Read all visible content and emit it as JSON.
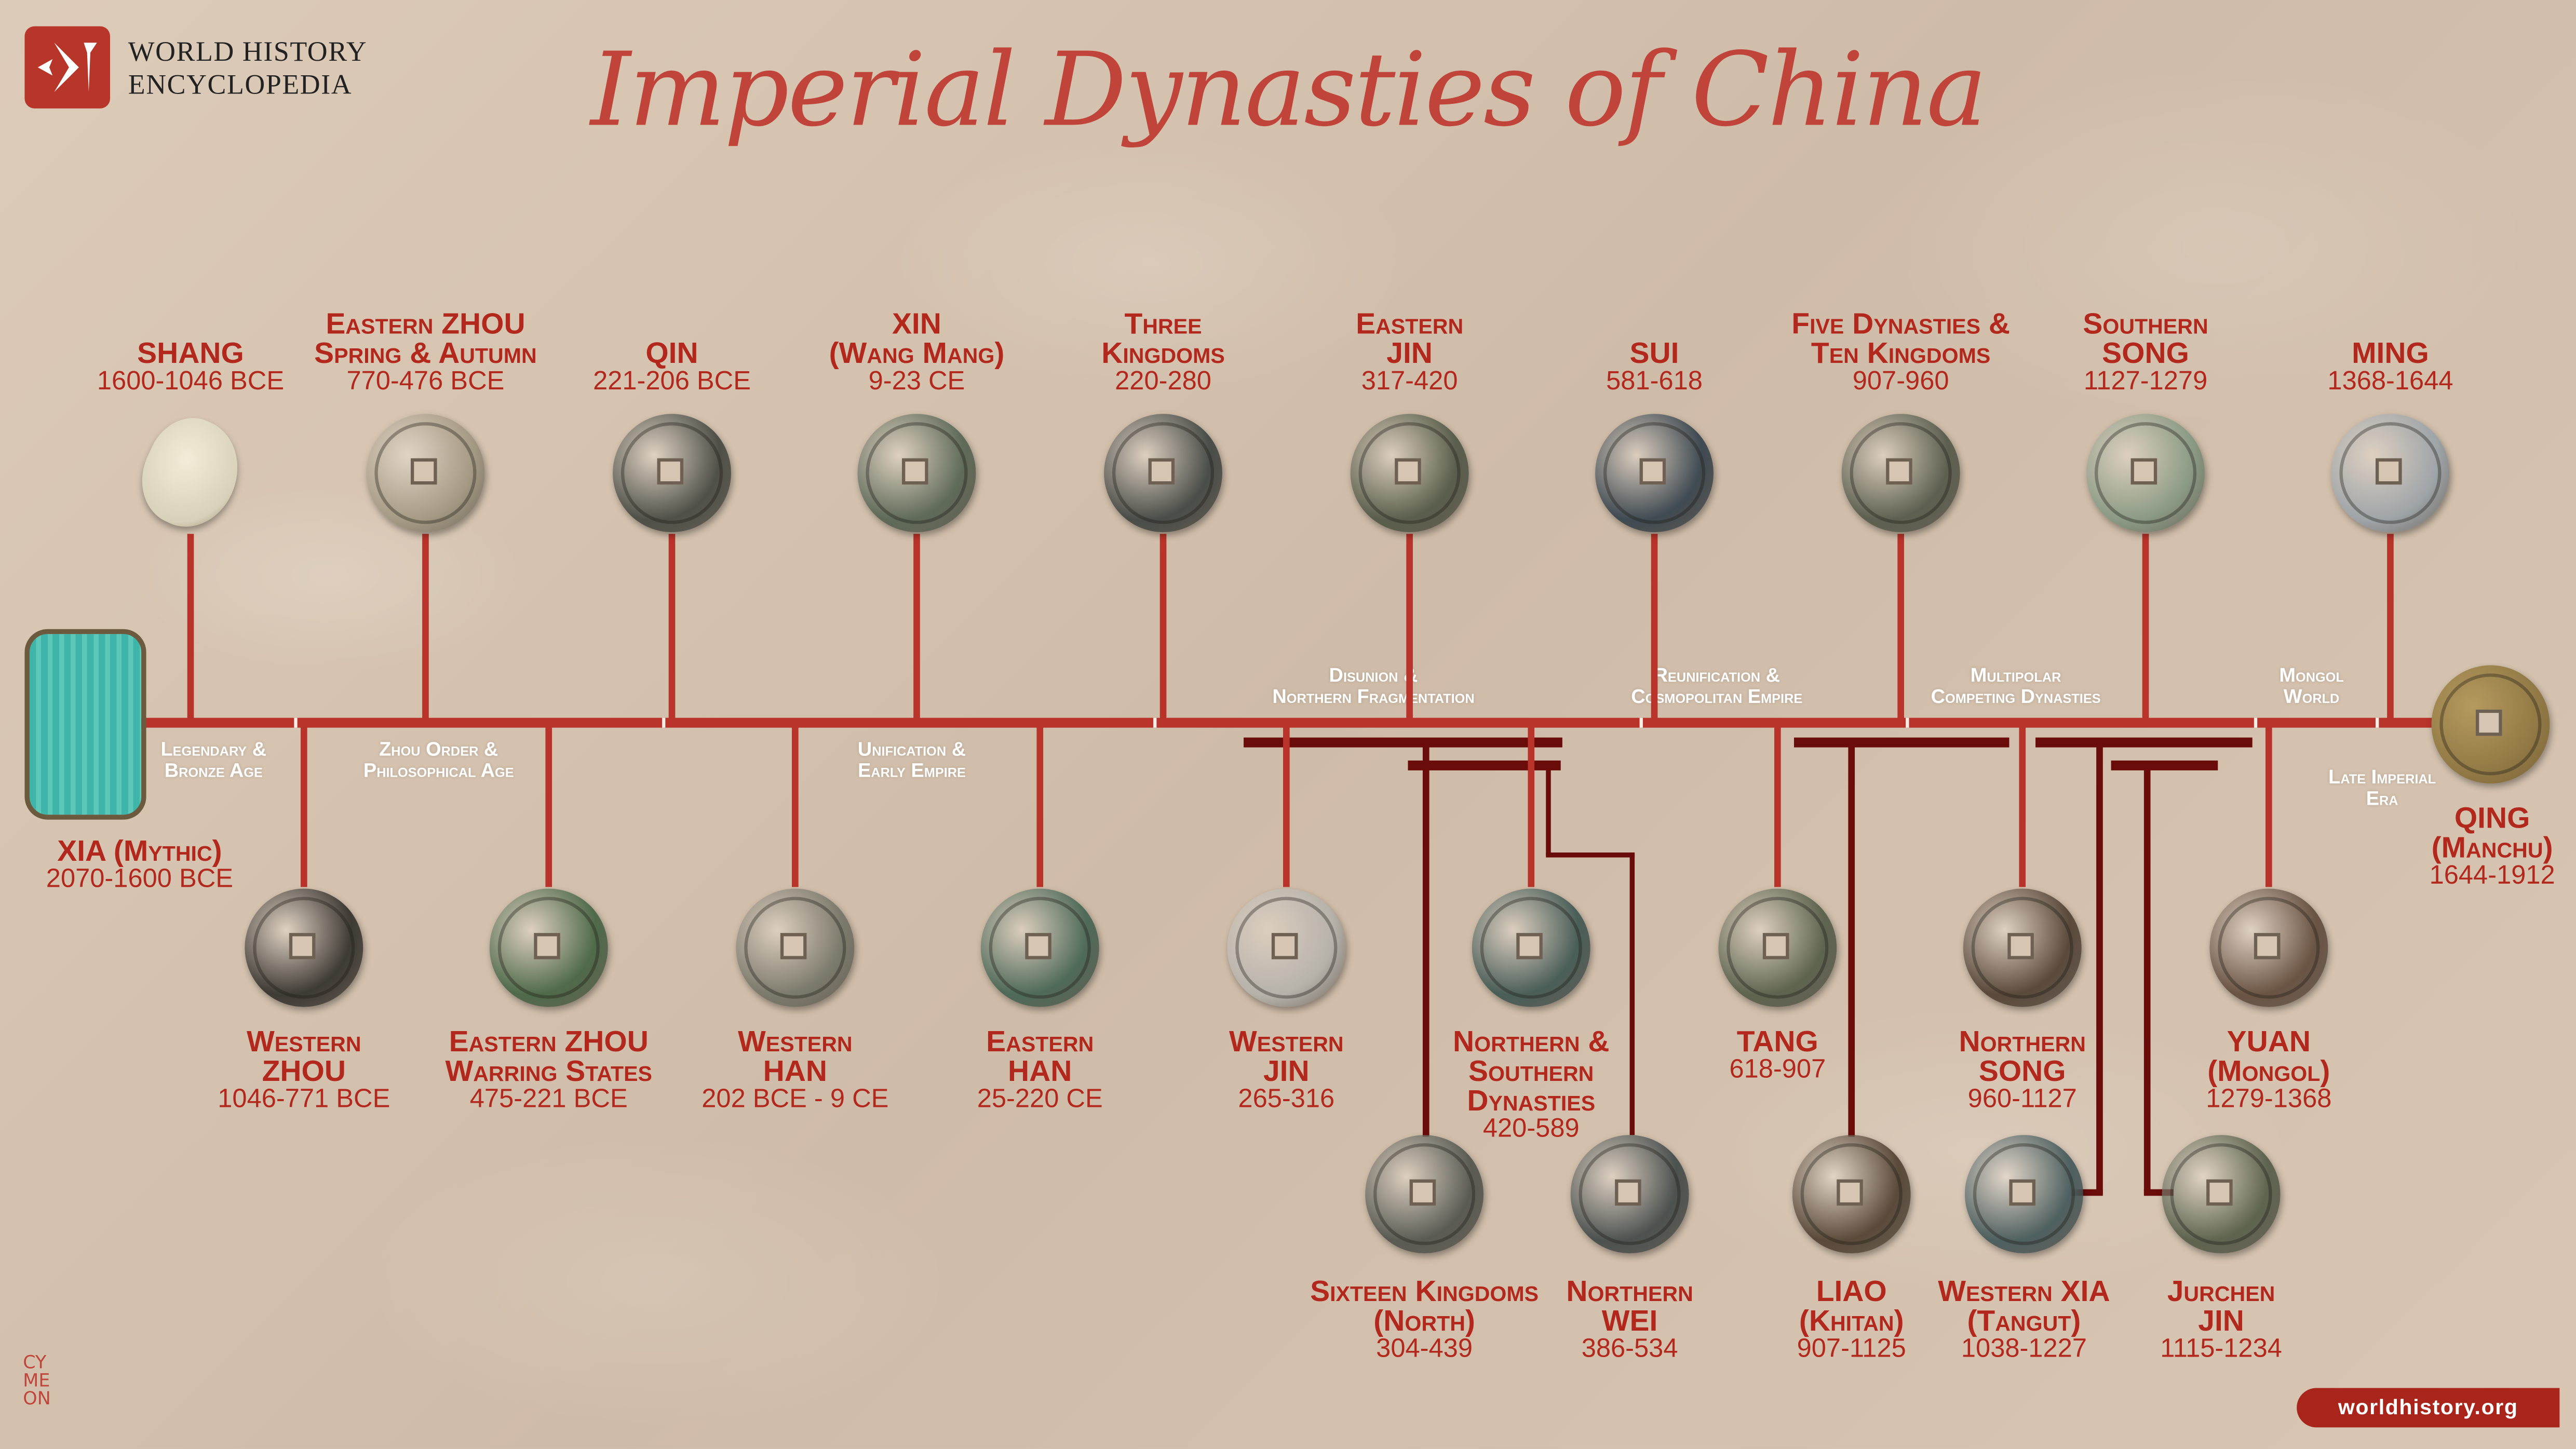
{
  "brand": {
    "line1": "WORLD HISTORY",
    "line2": "ENCYCLOPEDIA"
  },
  "title": "Imperial Dynasties of China",
  "watermark": "worldhistory.org",
  "signature": "CY ME ON",
  "eras": [
    {
      "l1": "Legendary &",
      "l2": "Bronze Age"
    },
    {
      "l1": "Zhou Order &",
      "l2": "Philosophical Age"
    },
    {
      "l1": "Unification &",
      "l2": "Early Empire"
    },
    {
      "l1": "Disunion &",
      "l2": "Northern Fragmentation"
    },
    {
      "l1": "Reunification &",
      "l2": "Cosmopolitan Empire"
    },
    {
      "l1": "Multipolar",
      "l2": "Competing Dynasties"
    },
    {
      "l1": "Mongol",
      "l2": "World"
    },
    {
      "l1": "Late Imperial",
      "l2": "Era"
    }
  ],
  "xia": {
    "lines": [
      "XIA (Mythic)"
    ],
    "dates": "2070-1600 BCE"
  },
  "qing": {
    "lines": [
      "QING",
      "(Manchu)"
    ],
    "dates": "1644-1912",
    "coin": "#7a6436"
  },
  "top": [
    {
      "lines": [
        "SHANG"
      ],
      "dates": "1600-1046 BCE",
      "coin": "#d8d0b8"
    },
    {
      "lines": [
        "Eastern ZHOU",
        "Spring & Autumn"
      ],
      "dates": "770-476 BCE",
      "coin": "#a59a84"
    },
    {
      "lines": [
        "QIN"
      ],
      "dates": "221-206 BCE",
      "coin": "#4f5148"
    },
    {
      "lines": [
        "XIN",
        "(Wang Mang)"
      ],
      "dates": "9-23 CE",
      "coin": "#5f6a58"
    },
    {
      "lines": [
        "Three",
        "Kingdoms"
      ],
      "dates": "220-280",
      "coin": "#4a4d48"
    },
    {
      "lines": [
        "Eastern",
        "JIN"
      ],
      "dates": "317-420",
      "coin": "#5a5e4c"
    },
    {
      "lines": [
        "SUI"
      ],
      "dates": "581-618",
      "coin": "#3f4a52"
    },
    {
      "lines": [
        "Five Dynasties &",
        "Ten Kingdoms"
      ],
      "dates": "907-960",
      "coin": "#5d6050"
    },
    {
      "lines": [
        "Southern",
        "SONG"
      ],
      "dates": "1127-1279",
      "coin": "#8a9a84"
    },
    {
      "lines": [
        "MING"
      ],
      "dates": "1368-1644",
      "coin": "#9ea4a8"
    }
  ],
  "bottom": [
    {
      "lines": [
        "Western",
        "ZHOU"
      ],
      "dates": "1046-771 BCE",
      "coin": "#3e3a34"
    },
    {
      "lines": [
        "Eastern ZHOU",
        "Warring States"
      ],
      "dates": "475-221 BCE",
      "coin": "#4f6a4a"
    },
    {
      "lines": [
        "Western",
        "HAN"
      ],
      "dates": "202 BCE - 9 CE",
      "coin": "#7c7a6c"
    },
    {
      "lines": [
        "Eastern",
        "HAN"
      ],
      "dates": "25-220 CE",
      "coin": "#4f6a58"
    },
    {
      "lines": [
        "Western",
        "JIN"
      ],
      "dates": "265-316",
      "coin": "#b6b2aa"
    },
    {
      "lines": [
        "Northern &",
        "Southern",
        "Dynasties"
      ],
      "dates": "420-589",
      "coin": "#4a5e58"
    },
    {
      "lines": [
        "TANG"
      ],
      "dates": "618-907",
      "coin": "#5e6450"
    },
    {
      "lines": [
        "Northern",
        "SONG"
      ],
      "dates": "960-1127",
      "coin": "#5a4a3c"
    },
    {
      "lines": [
        "YUAN",
        "(Mongol)"
      ],
      "dates": "1279-1368",
      "coin": "#6a5444"
    }
  ],
  "row2": [
    {
      "lines": [
        "Sixteen Kingdoms",
        "(North)"
      ],
      "dates": "304-439",
      "coin": "#5a5c54"
    },
    {
      "lines": [
        "Northern",
        "WEI"
      ],
      "dates": "386-534",
      "coin": "#4c5250"
    },
    {
      "lines": [
        "LIAO",
        "(Khitan)"
      ],
      "dates": "907-1125",
      "coin": "#5a4a3a"
    },
    {
      "lines": [
        "Western XIA",
        "(Tangut)"
      ],
      "dates": "1038-1227",
      "coin": "#4e6060"
    },
    {
      "lines": [
        "Jurchen",
        "JIN"
      ],
      "dates": "1115-1234",
      "coin": "#5e6450"
    }
  ]
}
